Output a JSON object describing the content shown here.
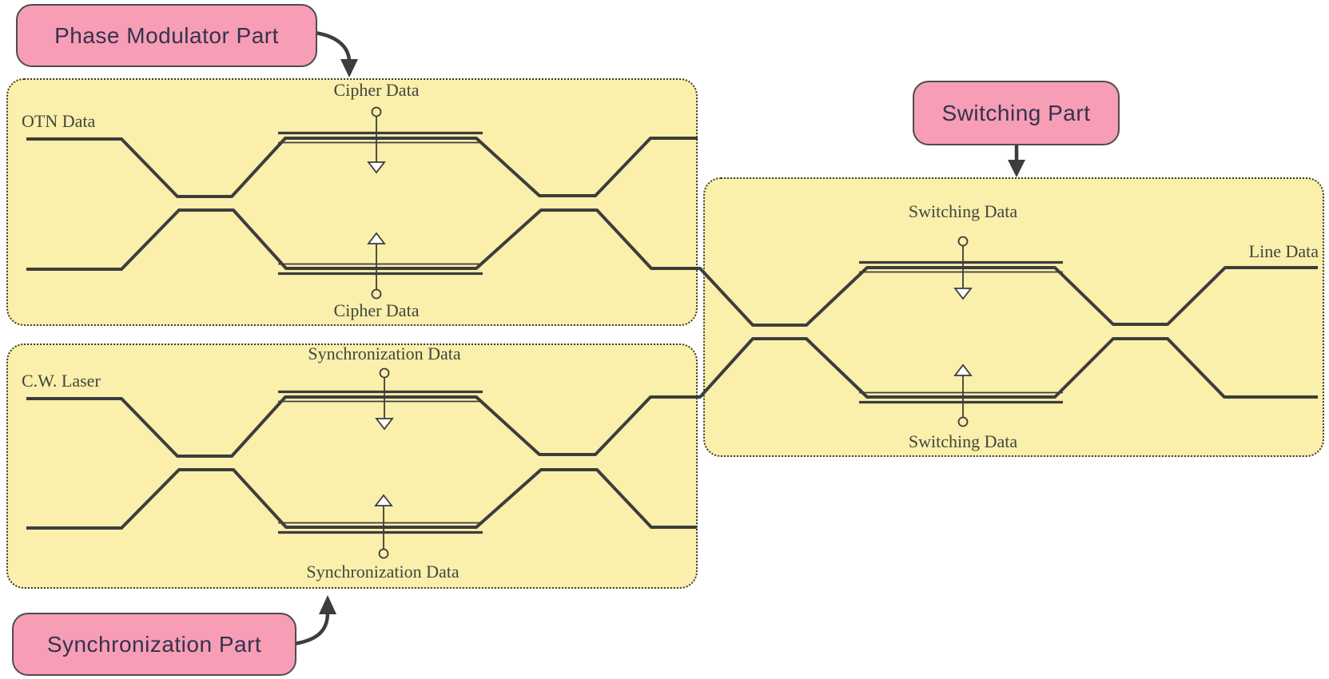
{
  "theme": {
    "yellow_fill": "#faefab",
    "box_border": "#3a3a3a",
    "pink_fill": "#f79db5",
    "pink_border": "#4d4d4d",
    "pink_text": "#33334d",
    "wire": "#3d3d3d",
    "label_text": "#3f463f",
    "bg": "#ffffff"
  },
  "parts": {
    "phase_modulator": {
      "label": "Phase Modulator Part"
    },
    "switching": {
      "label": "Switching Part"
    },
    "synchronization": {
      "label": "Synchronization Part"
    }
  },
  "io": {
    "otn": "OTN Data",
    "cw_laser": "C.W. Laser",
    "line": "Line Data"
  },
  "signals": {
    "cipher_top": "Cipher Data",
    "cipher_bottom": "Cipher Data",
    "sync_top": "Synchronization Data",
    "sync_bottom": "Synchronization Data",
    "switching_top": "Switching Data",
    "switching_bottom": "Switching Data"
  }
}
